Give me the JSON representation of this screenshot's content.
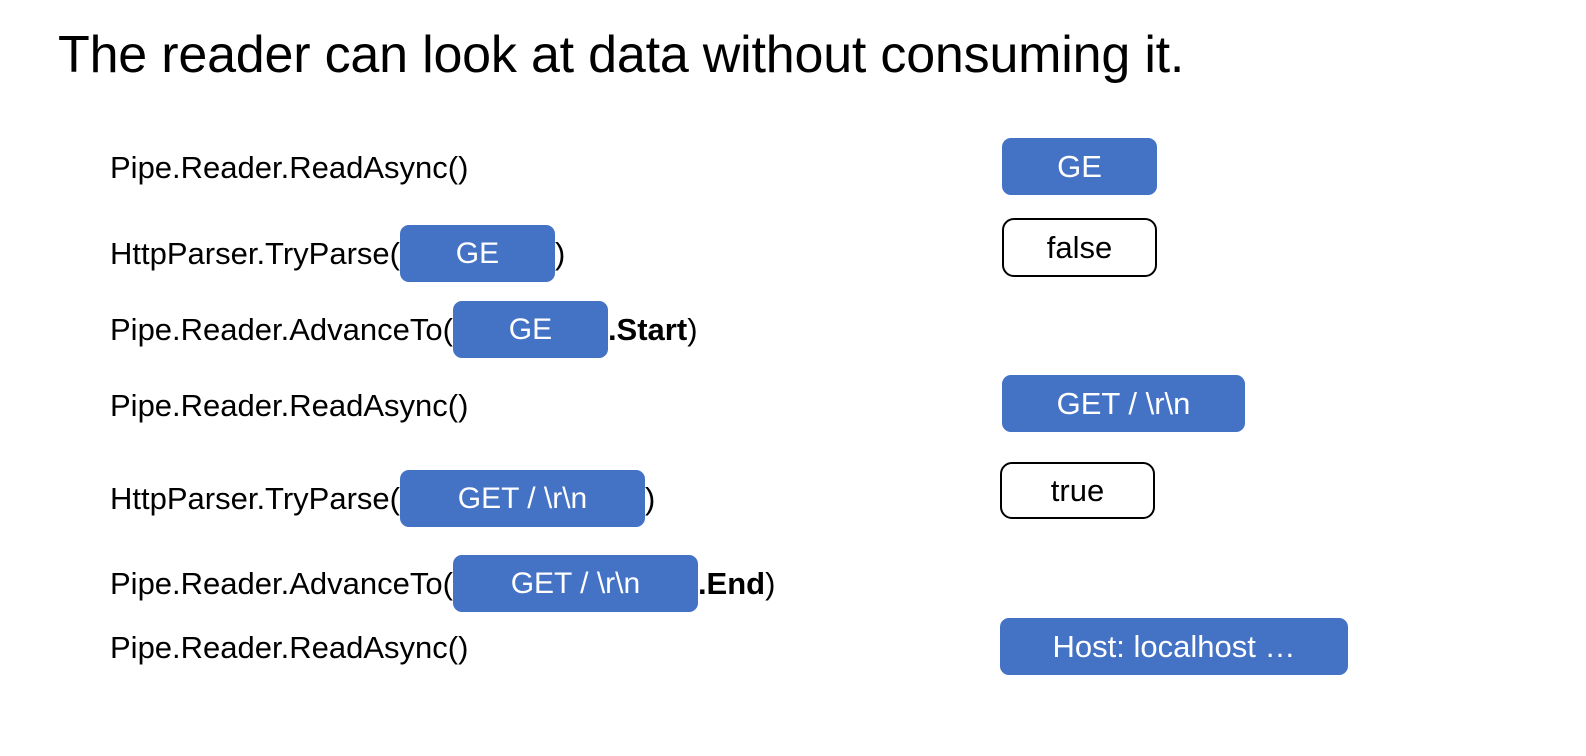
{
  "slide": {
    "title": "The reader can look at data without consuming it.",
    "background_color": "#ffffff",
    "accent_color": "#4472C4",
    "text_color": "#000000"
  },
  "sequence": [
    {
      "line_id": "read-async-1",
      "prefix": "Pipe.Reader.ReadAsync()",
      "pill": null,
      "suffix": "",
      "result": {
        "label": "GE",
        "style": "filled"
      }
    },
    {
      "line_id": "try-parse-1",
      "prefix": "HttpParser.TryParse(",
      "pill": {
        "label": "GE",
        "style": "filled"
      },
      "suffix": ")",
      "result": {
        "label": "false",
        "style": "outline"
      }
    },
    {
      "line_id": "advance-to-1",
      "prefix": "Pipe.Reader.AdvanceTo(",
      "pill": {
        "label": "GE",
        "style": "filled"
      },
      "suffix_bold": ".Start",
      "suffix": ")",
      "result": null
    },
    {
      "line_id": "read-async-2",
      "prefix": "Pipe.Reader.ReadAsync()",
      "pill": null,
      "suffix": "",
      "result": {
        "label": "GET / \\r\\n",
        "style": "filled"
      }
    },
    {
      "line_id": "try-parse-2",
      "prefix": "HttpParser.TryParse(",
      "pill": {
        "label": "GET / \\r\\n",
        "style": "filled"
      },
      "suffix": ")",
      "result": {
        "label": "true",
        "style": "outline"
      }
    },
    {
      "line_id": "advance-to-2",
      "prefix": "Pipe.Reader.AdvanceTo(",
      "pill": {
        "label": "GET / \\r\\n",
        "style": "filled"
      },
      "suffix_bold": ".End",
      "suffix": ")",
      "result": null
    },
    {
      "line_id": "read-async-3",
      "prefix": "Pipe.Reader.ReadAsync()",
      "pill": null,
      "suffix": "",
      "result": {
        "label": "Host: localhost …",
        "style": "filled"
      }
    }
  ]
}
